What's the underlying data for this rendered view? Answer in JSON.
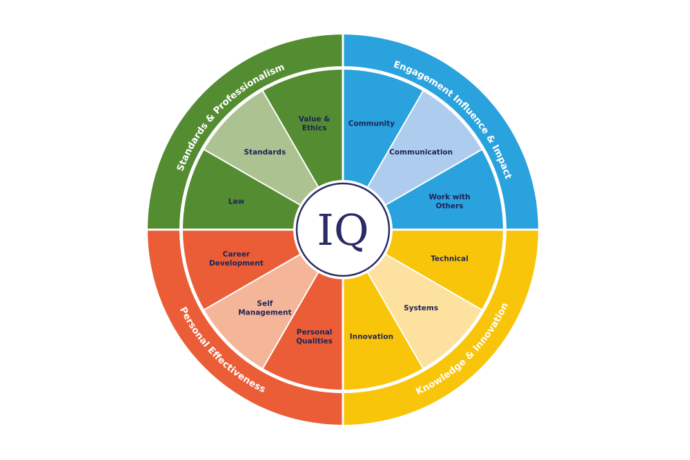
{
  "center": {
    "logo_text": "IQ"
  },
  "quadrants": [
    {
      "title": "Engagement Influence & Impact",
      "color": "#29a2dd"
    },
    {
      "title": "Knowledge & Innovation",
      "color": "#f9c50b"
    },
    {
      "title": "Personal Effectiveness",
      "color": "#ea5d37"
    },
    {
      "title": "Standards & Professionalism",
      "color": "#548c31"
    }
  ],
  "segments": [
    {
      "lines": [
        "Community"
      ],
      "color": "#29a2dd"
    },
    {
      "lines": [
        "Communication"
      ],
      "color": "#aecdee"
    },
    {
      "lines": [
        "Work with",
        "Others"
      ],
      "color": "#29a2dd"
    },
    {
      "lines": [
        "Technical"
      ],
      "color": "#f9c50b"
    },
    {
      "lines": [
        "Systems"
      ],
      "color": "#fde19e"
    },
    {
      "lines": [
        "Innovation"
      ],
      "color": "#f9c50b"
    },
    {
      "lines": [
        "Personal",
        "Qualities"
      ],
      "color": "#ea5d37"
    },
    {
      "lines": [
        "Self",
        "Management"
      ],
      "color": "#f5b599"
    },
    {
      "lines": [
        "Career",
        "Development"
      ],
      "color": "#ea5d37"
    },
    {
      "lines": [
        "Law"
      ],
      "color": "#548c31"
    },
    {
      "lines": [
        "Standards"
      ],
      "color": "#adc291"
    },
    {
      "lines": [
        "Value &",
        "Ethics"
      ],
      "color": "#548c31"
    }
  ]
}
